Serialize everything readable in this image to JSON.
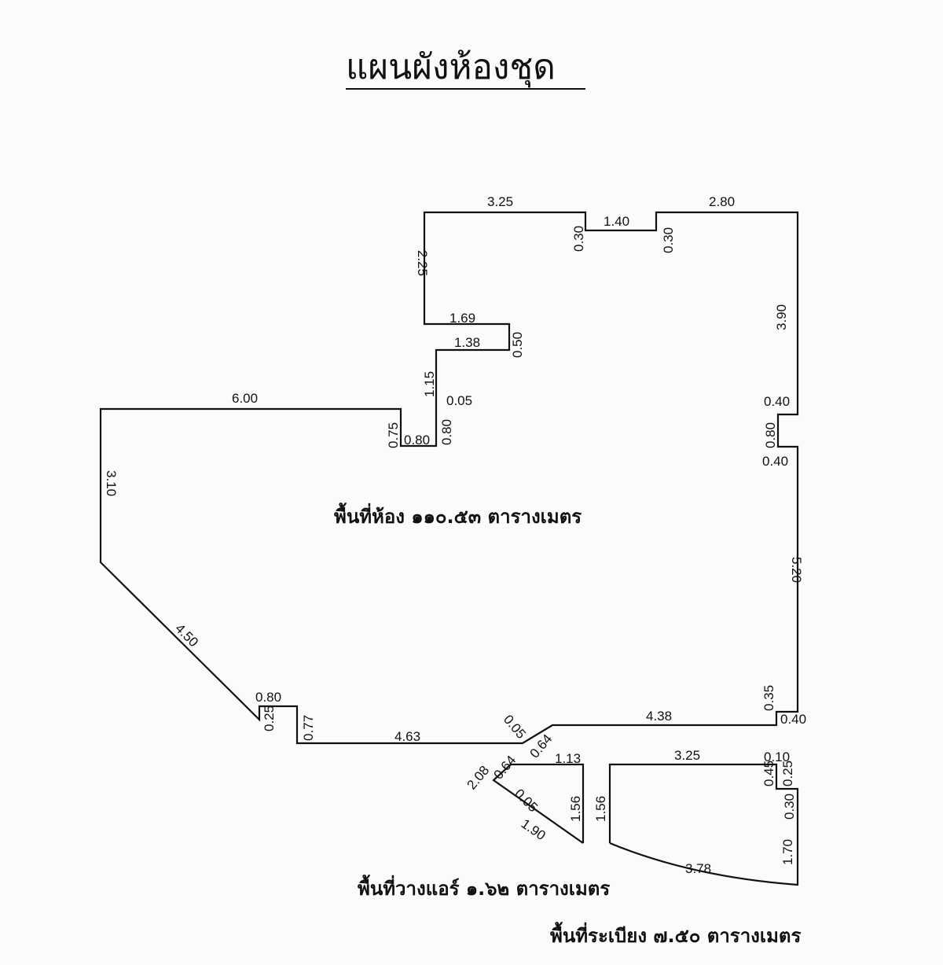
{
  "title": "แผนผังห้องชุด",
  "room_area_label": "พื้นที่ห้อง ๑๑๐.๕๓ ตารางเมตร",
  "ac_area_label": "พื้นที่วางแอร์ ๑.๖๒ ตารางเมตร",
  "balcony_area_label": "พื้นที่ระเบียง ๗.๕๐ ตารางเมตร",
  "dimensions": {
    "top_3_25": "3.25",
    "top_0_30_a": "0.30",
    "top_1_40": "1.40",
    "top_0_30_b": "0.30",
    "top_2_80": "2.80",
    "left_2_25": "2.25",
    "d_1_69": "1.69",
    "d_1_38": "1.38",
    "d_0_50": "0.50",
    "d_1_15": "1.15",
    "d_0_05_a": "0.05",
    "d_6_00": "6.00",
    "d_0_75": "0.75",
    "d_0_80_a": "0.80",
    "d_0_80_b": "0.80",
    "r_3_90": "3.90",
    "r_0_40_a": "0.40",
    "r_0_80": "0.80",
    "r_0_40_b": "0.40",
    "r_5_20": "5.20",
    "r_0_35": "0.35",
    "r_0_40_c": "0.40",
    "l_3_10": "3.10",
    "l_4_50": "4.50",
    "b_0_80": "0.80",
    "b_0_25": "0.25",
    "b_0_77": "0.77",
    "b_4_63": "4.63",
    "b_0_05": "0.05",
    "b_0_64_a": "0.64",
    "b_4_38": "4.38",
    "ac_1_13": "1.13",
    "ac_2_08": "2.08",
    "ac_0_64": "0.64",
    "ac_0_05": "0.05",
    "ac_1_90": "1.90",
    "ac_1_56": "1.56",
    "bal_1_56": "1.56",
    "bal_3_25": "3.25",
    "bal_0_10": "0.10",
    "bal_0_45": "0.45",
    "bal_0_25": "0.25",
    "bal_0_30": "0.30",
    "bal_1_70": "1.70",
    "bal_3_78": "3.78"
  }
}
